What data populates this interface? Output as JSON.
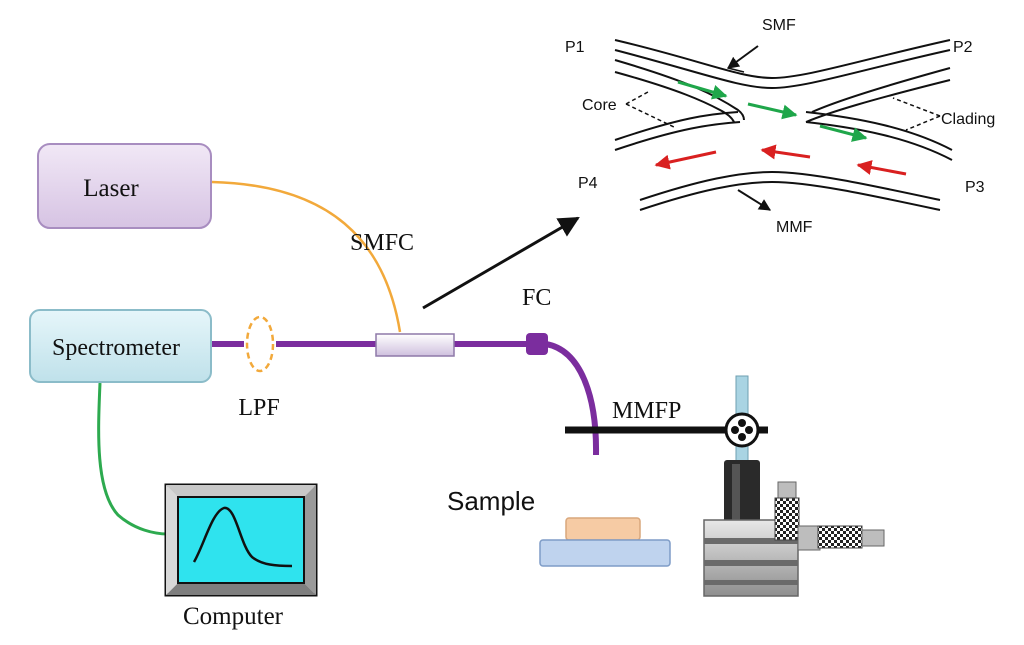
{
  "components": {
    "laser": "Laser",
    "spectrometer": "Spectrometer",
    "computer": "Computer",
    "sample": "Sample"
  },
  "labels": {
    "smfc": "SMFC",
    "lpf": "LPF",
    "fc": "FC",
    "mmfp": "MMFP"
  },
  "inset": {
    "p1": "P1",
    "p2": "P2",
    "p3": "P3",
    "p4": "P4",
    "smf": "SMF",
    "mmf": "MMF",
    "core": "Core",
    "clading": "Clading"
  },
  "colors": {
    "laser_fiber": "#F2A93B",
    "main_fiber": "#7B2D9E",
    "computer_cable": "#2DAA4F",
    "forward_arrow": "#1FA64A",
    "backward_arrow": "#D92020",
    "screen": "#2FE3EE",
    "laser_box": "#E6D8EE",
    "spectrometer_box": "#D6EEF4"
  }
}
